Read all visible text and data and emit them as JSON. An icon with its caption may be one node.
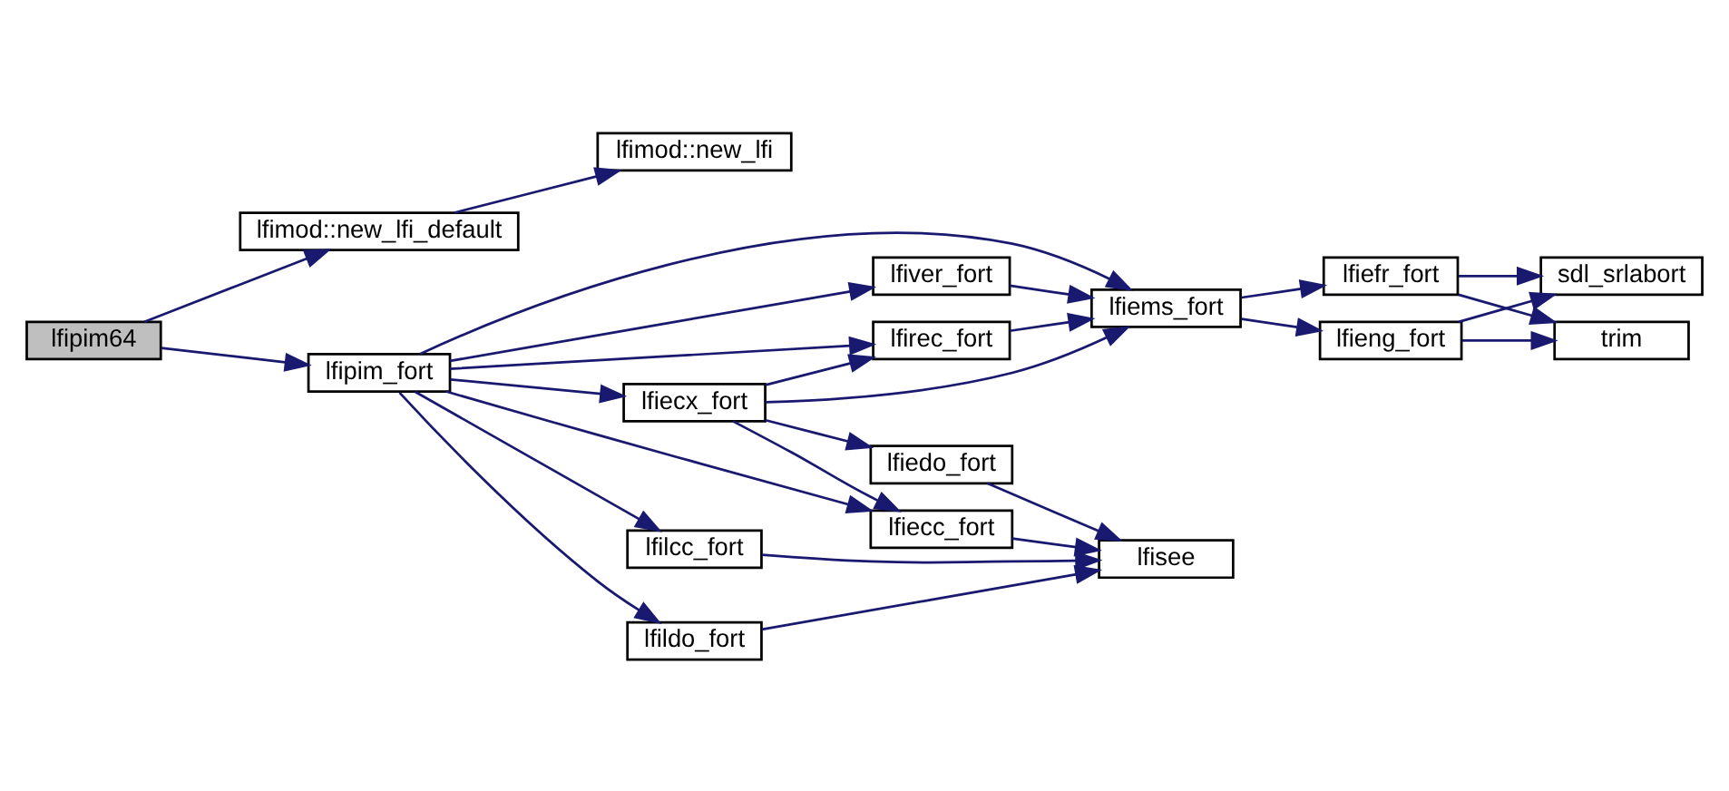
{
  "diagram": {
    "nodes": [
      {
        "text": [
          "lfipim64"
        ]
      },
      {
        "text": [
          "lfimod::new_lfi_default"
        ]
      },
      {
        "text": [
          "lfimod::new_lfi"
        ]
      },
      {
        "text": [
          "lfipim_fort"
        ]
      },
      {
        "text": [
          "lfiver_fort"
        ]
      },
      {
        "text": [
          "lfirec_fort"
        ]
      },
      {
        "text": [
          "lfiecx_fort"
        ]
      },
      {
        "text": [
          "lfiedo_fort"
        ]
      },
      {
        "text": [
          "lfiecc_fort"
        ]
      },
      {
        "text": [
          "lfilcc_fort"
        ]
      },
      {
        "text": [
          "lfildo_fort"
        ]
      },
      {
        "text": [
          "lfiems_fort"
        ]
      },
      {
        "text": [
          "lfisee"
        ]
      },
      {
        "text": [
          "lfieng_fort"
        ]
      },
      {
        "text": [
          "lfiefr_fort"
        ]
      },
      {
        "text": [
          "trim"
        ]
      },
      {
        "text": [
          "sdl_srlabort"
        ]
      }
    ],
    "edges": [
      {
        "from": 0,
        "to": 1,
        "arrow": "to"
      },
      {
        "from": 1,
        "to": 2,
        "arrow": "to"
      },
      {
        "from": 0,
        "to": 3,
        "arrow": "to"
      },
      {
        "from": 3,
        "to": 11,
        "arrow": "to"
      },
      {
        "from": 3,
        "to": 4,
        "arrow": "to"
      },
      {
        "from": 3,
        "to": 5,
        "arrow": "to"
      },
      {
        "from": 3,
        "to": 6,
        "arrow": "to"
      },
      {
        "from": 3,
        "to": 8,
        "arrow": "to"
      },
      {
        "from": 3,
        "to": 9,
        "arrow": "to"
      },
      {
        "from": 3,
        "to": 10,
        "arrow": "to"
      },
      {
        "from": 4,
        "to": 11,
        "arrow": "to"
      },
      {
        "from": 5,
        "to": 11,
        "arrow": "to"
      },
      {
        "from": 6,
        "to": 5,
        "arrow": "to"
      },
      {
        "from": 6,
        "to": 11,
        "arrow": "to"
      },
      {
        "from": 6,
        "to": 7,
        "arrow": "to"
      },
      {
        "from": 6,
        "to": 8,
        "arrow": "to"
      },
      {
        "from": 11,
        "to": 13,
        "arrow": "to"
      },
      {
        "from": 11,
        "to": 14,
        "arrow": "to"
      },
      {
        "from": 13,
        "to": 15,
        "arrow": "to"
      },
      {
        "from": 13,
        "to": 16,
        "arrow": "to"
      },
      {
        "from": 14,
        "to": 15,
        "arrow": "to"
      },
      {
        "from": 14,
        "to": 16,
        "arrow": "to"
      },
      {
        "from": 7,
        "to": 12,
        "arrow": "to"
      },
      {
        "from": 8,
        "to": 12,
        "arrow": "to"
      },
      {
        "from": 9,
        "to": 12,
        "arrow": "to"
      },
      {
        "from": 10,
        "to": 12,
        "arrow": "to"
      }
    ]
  }
}
